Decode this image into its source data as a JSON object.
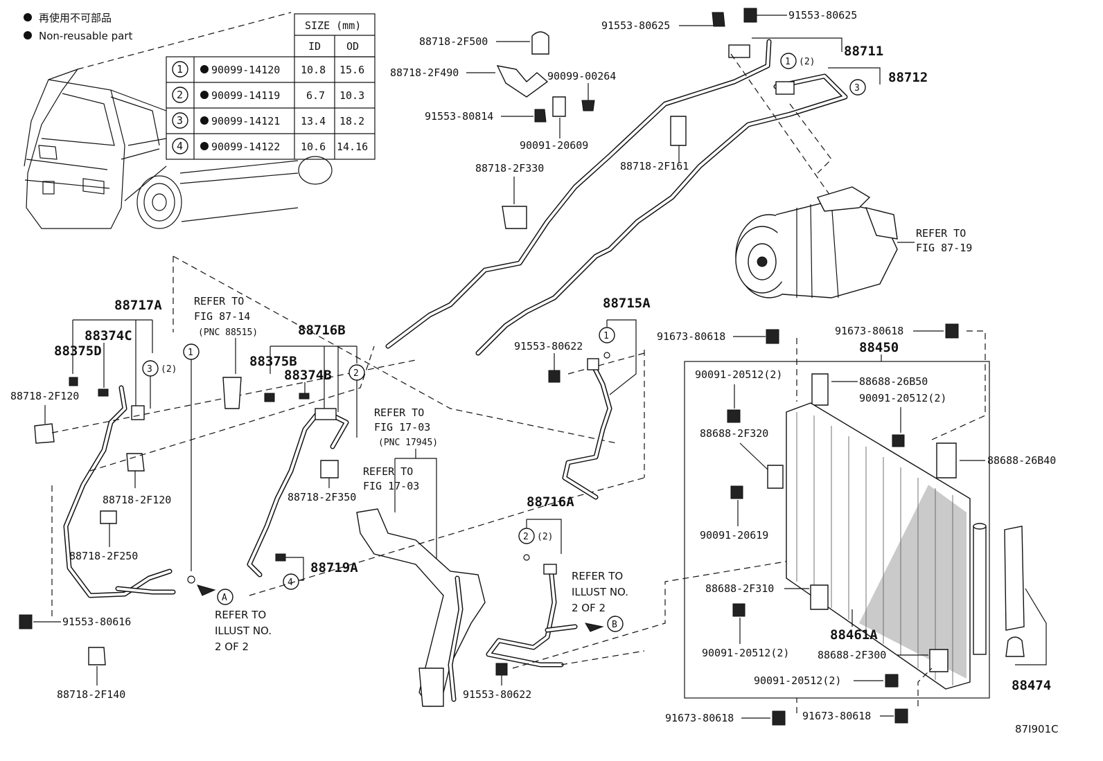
{
  "legend": {
    "line_jp": "再使用不可部品",
    "line_en": "Non-reusable part"
  },
  "size_table": {
    "title": "SIZE (mm)",
    "col_id": "ID",
    "col_od": "OD",
    "rows": [
      {
        "num": "1",
        "part": "90099-14120",
        "id": "10.8",
        "od": "15.6"
      },
      {
        "num": "2",
        "part": "90099-14119",
        "id": "6.7",
        "od": "10.3"
      },
      {
        "num": "3",
        "part": "90099-14121",
        "id": "13.4",
        "od": "18.2"
      },
      {
        "num": "4",
        "part": "90099-14122",
        "id": "10.6",
        "od": "14.16"
      }
    ]
  },
  "labels": {
    "p91553_80625_a": "91553-80625",
    "p91553_80625_b": "91553-80625",
    "p88711": "88711",
    "p88712": "88712",
    "p88718_2F500": "88718-2F500",
    "p88718_2F490": "88718-2F490",
    "p90099_00264": "90099-00264",
    "p91553_80814": "91553-80814",
    "p90091_20609": "90091-20609",
    "p88718_2F161": "88718-2F161",
    "p88718_2F330": "88718-2F330",
    "refer_87_19_a": "REFER TO",
    "refer_87_19_b": "FIG 87-19",
    "p88717A": "88717A",
    "p88374C": "88374C",
    "p88375D": "88375D",
    "p88718_2F120_a": "88718-2F120",
    "p88718_2F120_b": "88718-2F120",
    "p88718_2F250": "88718-2F250",
    "p91553_80616": "91553-80616",
    "p88718_2F140": "88718-2F140",
    "refer_87_14_a": "REFER TO",
    "refer_87_14_b": "FIG 87-14",
    "refer_87_14_c": "(PNC 88515)",
    "p88716B": "88716B",
    "p88375B": "88375B",
    "p88374B": "88374B",
    "p88718_2F350": "88718-2F350",
    "p88719A": "88719A",
    "refer_17_03a_a": "REFER TO",
    "refer_17_03a_b": "FIG 17-03",
    "refer_17_03a_c": "(PNC 17945)",
    "refer_17_03b_a": "REFER TO",
    "refer_17_03b_b": "FIG 17-03",
    "p88715A": "88715A",
    "p91553_80622_a": "91553-80622",
    "p91553_80622_b": "91553-80622",
    "p88716A": "88716A",
    "refer_illust_b_1": "REFER TO",
    "refer_illust_b_2": "ILLUST NO.",
    "refer_illust_b_3": "2 OF 2",
    "refer_illust_a_1": "REFER TO",
    "refer_illust_a_2": "ILLUST NO.",
    "refer_illust_a_3": "2 OF 2",
    "p91673_80618_a": "91673-80618",
    "p91673_80618_b": "91673-80618",
    "p91673_80618_c": "91673-80618",
    "p91673_80618_d": "91673-80618",
    "p88450": "88450",
    "p90091_20512_a": "90091-20512(2)",
    "p88688_26B50": "88688-26B50",
    "p90091_20512_b": "90091-20512(2)",
    "p88688_2F320": "88688-2F320",
    "p88688_26B40": "88688-26B40",
    "p90091_20619": "90091-20619",
    "p88688_2F310": "88688-2F310",
    "p88461A": "88461A",
    "p90091_20512_c": "90091-20512(2)",
    "p88688_2F300": "88688-2F300",
    "p90091_20512_d": "90091-20512(2)",
    "p88474": "88474",
    "fig_code": "87I901C"
  },
  "circles": {
    "c1": "1",
    "c2": "2",
    "c3": "3",
    "c1b": "1",
    "c3b": "3",
    "c1c": "1",
    "c2b": "2",
    "c1d": "1",
    "c2c": "2",
    "c4": "4",
    "cA": "A",
    "cB": "B"
  },
  "qty": {
    "q2_a": "(2)",
    "q2_b": "(2)",
    "q2_c": "(2)"
  }
}
